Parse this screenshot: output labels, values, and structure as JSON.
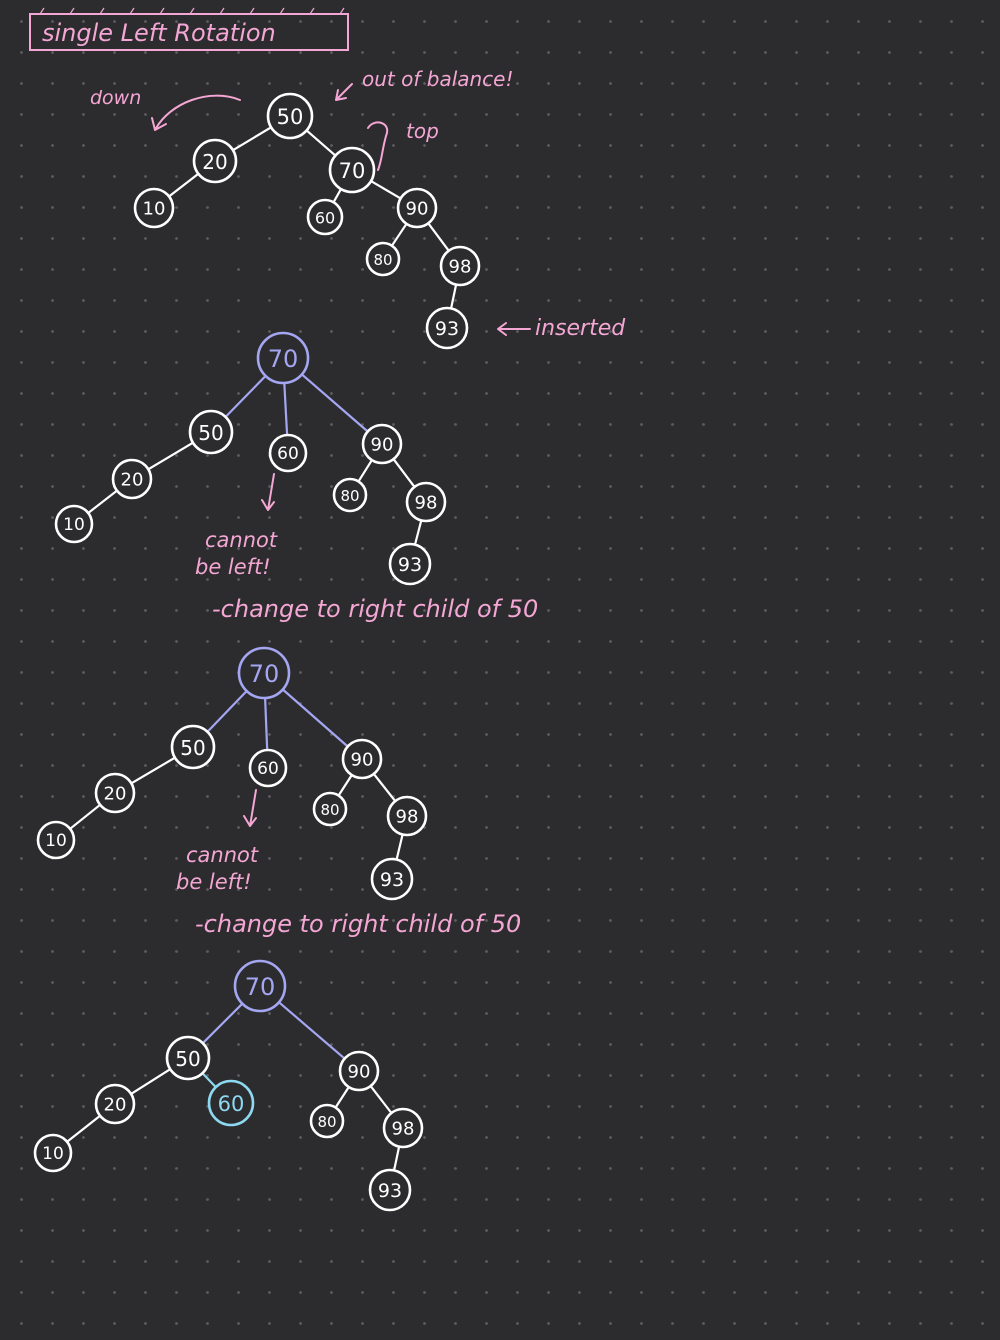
{
  "title": "single Left Rotation",
  "annotations": {
    "down": "down",
    "out_of_balance": "out of balance!",
    "top": "top",
    "inserted": "inserted",
    "cannot_be_left": [
      "cannot",
      "be left!"
    ],
    "change_note": "-change to right child of 50"
  },
  "colors": {
    "background": "#2c2c2e",
    "ink": "#ffffff",
    "annotation": "#f4a6d4",
    "new_root": "#a4a6f2",
    "moved_node": "#8ed8f0"
  },
  "trees": [
    {
      "name": "original",
      "nodes": [
        {
          "id": "50",
          "label": "50"
        },
        {
          "id": "20",
          "label": "20"
        },
        {
          "id": "70",
          "label": "70"
        },
        {
          "id": "10",
          "label": "10"
        },
        {
          "id": "60",
          "label": "60"
        },
        {
          "id": "90",
          "label": "90"
        },
        {
          "id": "80",
          "label": "80"
        },
        {
          "id": "98",
          "label": "98"
        },
        {
          "id": "93",
          "label": "93"
        }
      ],
      "edges": [
        [
          "50",
          "20"
        ],
        [
          "50",
          "70"
        ],
        [
          "20",
          "10"
        ],
        [
          "70",
          "60"
        ],
        [
          "70",
          "90"
        ],
        [
          "90",
          "80"
        ],
        [
          "90",
          "98"
        ],
        [
          "98",
          "93"
        ]
      ]
    },
    {
      "name": "rotating",
      "nodes": [
        {
          "id": "70",
          "label": "70",
          "style": "root"
        },
        {
          "id": "50",
          "label": "50"
        },
        {
          "id": "60",
          "label": "60"
        },
        {
          "id": "90",
          "label": "90"
        },
        {
          "id": "20",
          "label": "20"
        },
        {
          "id": "10",
          "label": "10"
        },
        {
          "id": "80",
          "label": "80"
        },
        {
          "id": "98",
          "label": "98"
        },
        {
          "id": "93",
          "label": "93"
        }
      ],
      "edges": [
        [
          "70",
          "50",
          "root"
        ],
        [
          "70",
          "60",
          "root"
        ],
        [
          "70",
          "90",
          "root"
        ],
        [
          "50",
          "20"
        ],
        [
          "20",
          "10"
        ],
        [
          "90",
          "80"
        ],
        [
          "90",
          "98"
        ],
        [
          "98",
          "93"
        ]
      ]
    },
    {
      "name": "rotating-copy",
      "nodes": [
        {
          "id": "70",
          "label": "70",
          "style": "root"
        },
        {
          "id": "50",
          "label": "50"
        },
        {
          "id": "60",
          "label": "60"
        },
        {
          "id": "90",
          "label": "90"
        },
        {
          "id": "20",
          "label": "20"
        },
        {
          "id": "10",
          "label": "10"
        },
        {
          "id": "80",
          "label": "80"
        },
        {
          "id": "98",
          "label": "98"
        },
        {
          "id": "93",
          "label": "93"
        }
      ],
      "edges": [
        [
          "70",
          "50",
          "root"
        ],
        [
          "70",
          "60",
          "root"
        ],
        [
          "70",
          "90",
          "root"
        ],
        [
          "50",
          "20"
        ],
        [
          "20",
          "10"
        ],
        [
          "90",
          "80"
        ],
        [
          "90",
          "98"
        ],
        [
          "98",
          "93"
        ]
      ]
    },
    {
      "name": "final",
      "nodes": [
        {
          "id": "70",
          "label": "70",
          "style": "root"
        },
        {
          "id": "50",
          "label": "50"
        },
        {
          "id": "90",
          "label": "90"
        },
        {
          "id": "20",
          "label": "20"
        },
        {
          "id": "60",
          "label": "60",
          "style": "moved"
        },
        {
          "id": "10",
          "label": "10"
        },
        {
          "id": "80",
          "label": "80"
        },
        {
          "id": "98",
          "label": "98"
        },
        {
          "id": "93",
          "label": "93"
        }
      ],
      "edges": [
        [
          "70",
          "50",
          "root"
        ],
        [
          "70",
          "90",
          "root"
        ],
        [
          "50",
          "20"
        ],
        [
          "50",
          "60",
          "moved"
        ],
        [
          "20",
          "10"
        ],
        [
          "90",
          "80"
        ],
        [
          "90",
          "98"
        ],
        [
          "98",
          "93"
        ]
      ]
    }
  ]
}
